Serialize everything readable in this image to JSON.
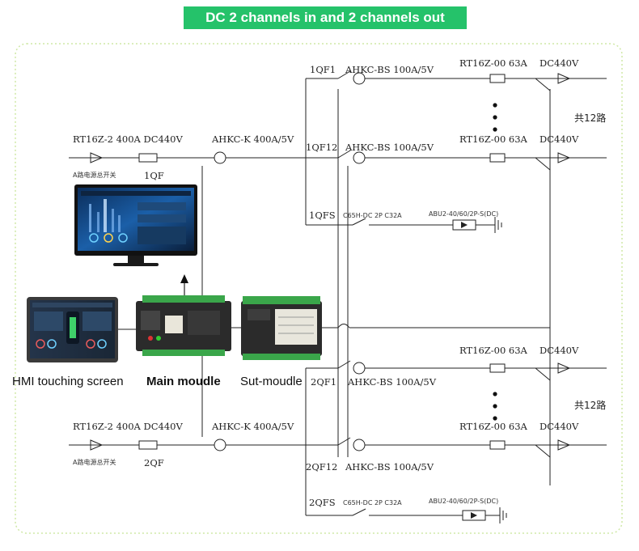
{
  "title": "DC 2 channels in and 2 channels out",
  "captions": {
    "hmi": "HMI touching screen",
    "main": "Main moudle",
    "sub": "Sut-moudle"
  },
  "input1": {
    "fuse_label": "RT16Z-2  400A  DC440V",
    "main_switch_cn": "A路电源总开关",
    "switch": "1QF",
    "sensor": "AHKC-K  400A/5V"
  },
  "input2": {
    "fuse_label": "RT16Z-2  400A  DC440V",
    "main_switch_cn": "A路电源总开关",
    "switch": "2QF",
    "sensor": "AHKC-K  400A/5V"
  },
  "group1": {
    "first_breaker": "1QF1",
    "last_breaker": "1QF12",
    "sensor_first": "AHKC-BS  100A/5V",
    "sensor_last": "AHKC-BS  100A/5V",
    "fuse_first": "RT16Z-00  63A",
    "fuse_last": "RT16Z-00  63A",
    "volt_first": "DC440V",
    "volt_last": "DC440V",
    "spd_breaker": "1QFS",
    "spd_mcb": "C65H-DC  2P  C32A",
    "spd": "ABU2-40/60/2P-S(DC)",
    "total": "共12路"
  },
  "group2": {
    "first_breaker": "2QF1",
    "last_breaker": "2QF12",
    "sensor_first": "AHKC-BS  100A/5V",
    "sensor_last": "AHKC-BS  100A/5V",
    "fuse_first": "RT16Z-00  63A",
    "fuse_last": "RT16Z-00  63A",
    "volt_first": "DC440V",
    "volt_last": "DC440V",
    "spd_breaker": "2QFS",
    "spd_mcb": "C65H-DC  2P  C32A",
    "spd": "ABU2-40/60/2P-S(DC)",
    "total": "共12路"
  },
  "colors": {
    "banner": "#25c26a",
    "frame": "#cfe8a6",
    "line": "#222222",
    "module_green": "#3aa64a",
    "module_body": "#2b2b2b"
  }
}
